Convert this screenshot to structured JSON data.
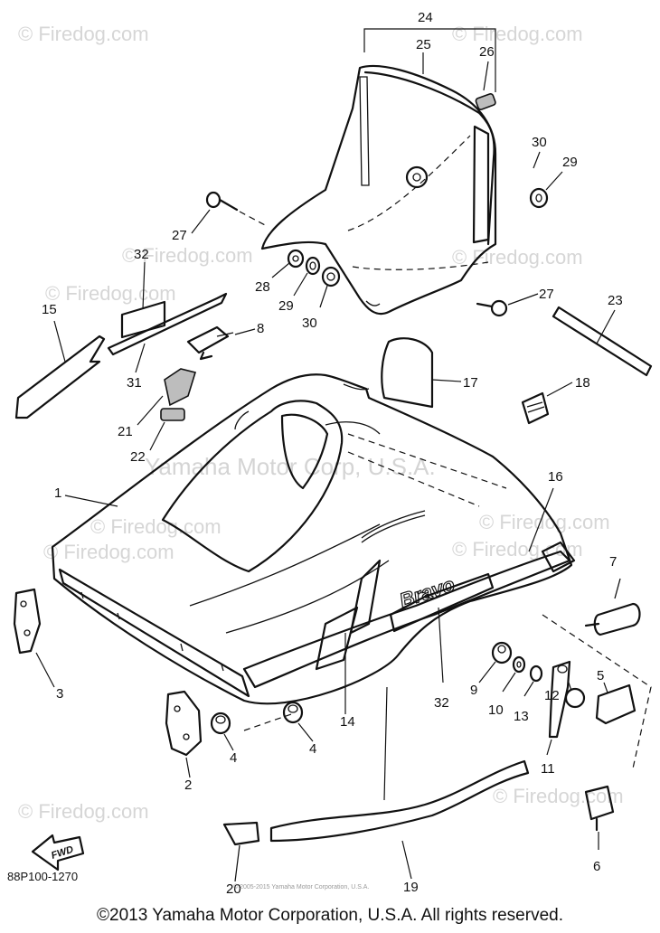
{
  "watermarks": {
    "w1": "© Firedog.com",
    "w2": "© Firedog.com",
    "w3": "© Firedog.com",
    "w4": "© Firedog.com",
    "w5": "© Firedog.com",
    "w6": "© Firedog.com",
    "w7": "© Firedog.com",
    "w8": "© Firedog.com",
    "w9": "© Firedog.com",
    "w10": "© Firedog.com",
    "w11": "© Firedog.com",
    "center": "Yamaha Motor Corp, U.S.A."
  },
  "labels": {
    "l1": "1",
    "l2": "2",
    "l3": "3",
    "l4a": "4",
    "l4b": "4",
    "l5": "5",
    "l6": "6",
    "l7": "7",
    "l8": "8",
    "l9": "9",
    "l10": "10",
    "l11": "11",
    "l12": "12",
    "l13": "13",
    "l14": "14",
    "l15": "15",
    "l16": "16",
    "l17": "17",
    "l18": "18",
    "l19": "19",
    "l20": "20",
    "l21": "21",
    "l22": "22",
    "l23": "23",
    "l24": "24",
    "l25": "25",
    "l26": "26",
    "l27a": "27",
    "l27b": "27",
    "l28": "28",
    "l29a": "29",
    "l29b": "29",
    "l30a": "30",
    "l30b": "30",
    "l31": "31",
    "l32a": "32",
    "l32b": "32"
  },
  "decal_text": "Bravo",
  "fwd_text": "FWD",
  "diagram_code": "88P100-1270",
  "small_copyright": "© 2005-2015 Yamaha Motor Corporation, U.S.A.",
  "copyright": "©2013 Yamaha Motor Corporation, U.S.A. All rights reserved."
}
